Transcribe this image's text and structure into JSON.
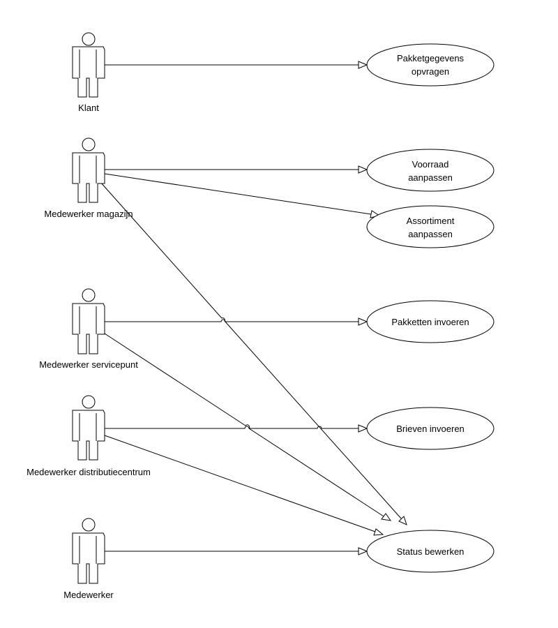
{
  "diagram": {
    "actors": [
      {
        "id": "klant",
        "name": "Klant"
      },
      {
        "id": "magazijn",
        "name": "Medewerker magazijn"
      },
      {
        "id": "servicepunt",
        "name": "Medewerker servicepunt"
      },
      {
        "id": "distributiecentrum",
        "name": "Medewerker distributiecentrum"
      },
      {
        "id": "medewerker",
        "name": "Medewerker"
      }
    ],
    "use_cases": [
      {
        "id": "pakketgegevens",
        "lines": [
          "Pakketgegevens",
          "opvragen"
        ]
      },
      {
        "id": "voorraad",
        "lines": [
          "Voorraad",
          "aanpassen"
        ]
      },
      {
        "id": "assortiment",
        "lines": [
          "Assortiment",
          "aanpassen"
        ]
      },
      {
        "id": "pakketten",
        "lines": [
          "Pakketten invoeren"
        ]
      },
      {
        "id": "brieven",
        "lines": [
          "Brieven invoeren"
        ]
      },
      {
        "id": "status",
        "lines": [
          "Status bewerken"
        ]
      }
    ],
    "associations": [
      {
        "from": "klant",
        "to": "pakketgegevens"
      },
      {
        "from": "magazijn",
        "to": "voorraad"
      },
      {
        "from": "magazijn",
        "to": "assortiment"
      },
      {
        "from": "magazijn",
        "to": "status"
      },
      {
        "from": "servicepunt",
        "to": "pakketten"
      },
      {
        "from": "servicepunt",
        "to": "status"
      },
      {
        "from": "distributiecentrum",
        "to": "brieven"
      },
      {
        "from": "distributiecentrum",
        "to": "status"
      },
      {
        "from": "medewerker",
        "to": "status"
      }
    ]
  }
}
